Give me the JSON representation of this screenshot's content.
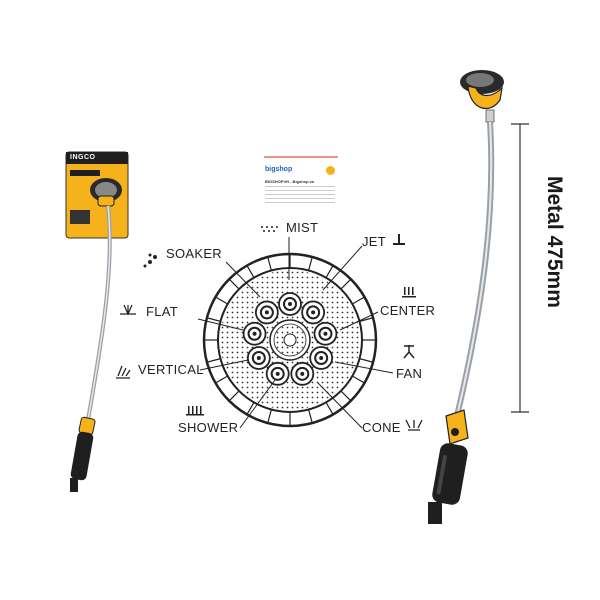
{
  "diagram": {
    "spray_patterns": [
      {
        "id": "mist",
        "label": "MIST"
      },
      {
        "id": "jet",
        "label": "JET"
      },
      {
        "id": "soaker",
        "label": "SOAKER"
      },
      {
        "id": "center",
        "label": "CENTER"
      },
      {
        "id": "flat",
        "label": "FLAT"
      },
      {
        "id": "fan",
        "label": "FAN"
      },
      {
        "id": "vertical",
        "label": "VERTICAL"
      },
      {
        "id": "shower",
        "label": "SHOWER"
      },
      {
        "id": "cone",
        "label": "CONE"
      }
    ]
  },
  "product_label": {
    "length_text": "Metal  475mm"
  },
  "packaging": {
    "brand": "INGCO"
  },
  "watermark_card": {
    "store_name": "bigshop",
    "store_heading": "BIGSHOPVN - Bigshop.vn"
  },
  "colors": {
    "accent_yellow": "#f5b21a",
    "handle_black": "#1f1f1f",
    "metal_gray": "#c9ccd0",
    "dial_dark": "#2a2a2a"
  }
}
